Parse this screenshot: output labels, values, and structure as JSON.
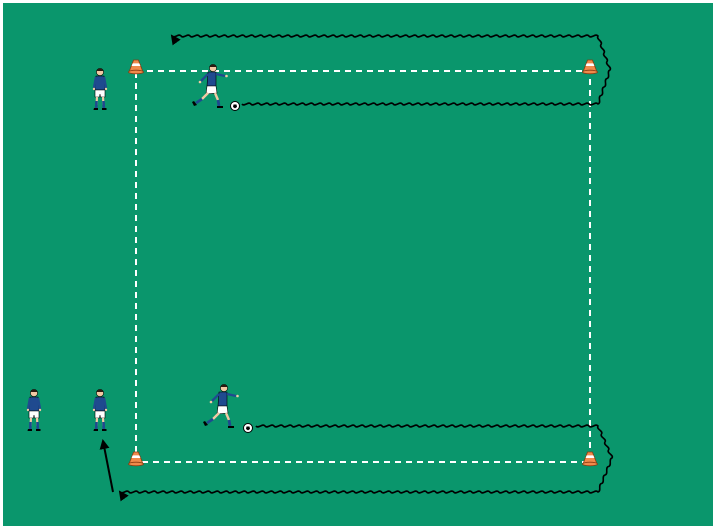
{
  "diagram": {
    "kind": "football dribbling drill",
    "colors": {
      "pitch": "#0a966c",
      "pitch_border": "#ffffff",
      "boundary_line": "#ffffff",
      "path": "#000000",
      "cone": "#f08a4b",
      "shirt": "#1f4a8f",
      "shorts": "#ffffff",
      "socks": "#1f4a8f",
      "skin": "#f2c9a4",
      "hair": "#2a1a10"
    },
    "cones": [
      {
        "id": "cone-top-left"
      },
      {
        "id": "cone-top-right"
      },
      {
        "id": "cone-bottom-left"
      },
      {
        "id": "cone-bottom-right"
      }
    ],
    "players": [
      {
        "id": "player-waiting-top",
        "pose": "standing"
      },
      {
        "id": "player-dribbling-top",
        "pose": "running",
        "has_ball": true
      },
      {
        "id": "player-waiting-bottom-far",
        "pose": "standing"
      },
      {
        "id": "player-waiting-bottom",
        "pose": "standing"
      },
      {
        "id": "player-dribbling-bottom",
        "pose": "running",
        "has_ball": true
      }
    ],
    "paths": [
      {
        "id": "dribble-path-top",
        "style": "wavy",
        "arrow": "end"
      },
      {
        "id": "dribble-path-bottom",
        "style": "wavy",
        "arrow": "end"
      },
      {
        "id": "run-arrow-bottom",
        "style": "straight",
        "arrow": "end"
      }
    ]
  }
}
